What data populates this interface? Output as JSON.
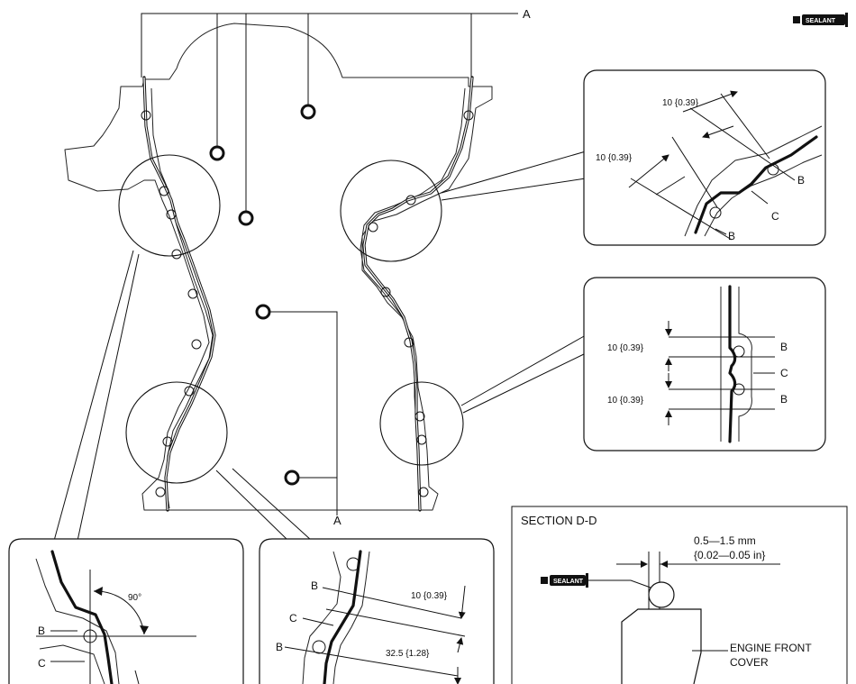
{
  "labels": {
    "a_top": "A",
    "a_bottom": "A",
    "sealant": "SEALANT",
    "b": "B",
    "c": "C"
  },
  "detail_upper_right": {
    "dim_1": "10 {0.39}",
    "dim_2": "10 {0.39}"
  },
  "detail_mid_right": {
    "dim_1": "10 {0.39}",
    "dim_2": "10 {0.39}"
  },
  "detail_bottom_left": {
    "angle": "90°"
  },
  "detail_bottom_mid": {
    "dim_1": "10 {0.39}",
    "dim_2": "32.5 {1.28}"
  },
  "section": {
    "title": "SECTION D-D",
    "gap_mm": "0.5—1.5 mm",
    "gap_in": "{0.02—0.05 in}",
    "part_line1": "ENGINE FRONT",
    "part_line2": "COVER"
  },
  "colors": {
    "line": "#111111",
    "background": "#ffffff"
  },
  "icons": [
    "sealant-badge-icon"
  ]
}
